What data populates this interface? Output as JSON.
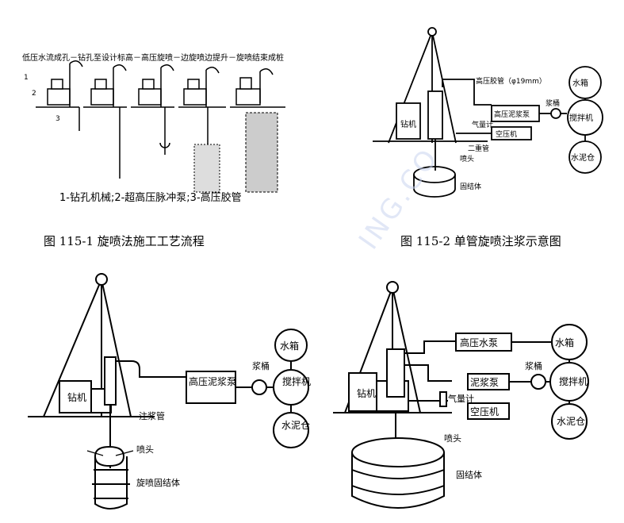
{
  "fig1": {
    "steps_header": "低压水流成孔－钻孔至设计标高－高压旋喷－边旋喷边提升－旋喷结束成桩",
    "legend": "1-钻孔机械;2-超高压脉冲泵;3-高压胶管",
    "markers": [
      "1",
      "2",
      "3"
    ],
    "caption": "图 115-1 旋喷法施工工艺流程"
  },
  "fig2": {
    "labels": {
      "high_pressure_hose": "高压胶管（φ19mm）",
      "water_tank": "水箱",
      "mixing_tank_label": "浆桶",
      "mixer": "搅拌机",
      "cement_silo": "水泥仓",
      "high_pressure_grout_pump": "高压泥浆泵",
      "air_gauge": "气量计",
      "air_compressor": "空压机",
      "double_tube": "二重管",
      "drill": "钻机",
      "nozzle": "喷头",
      "solidified_body": "固结体"
    },
    "caption": "图 115-2  单管旋喷注浆示意图"
  },
  "fig3": {
    "labels": {
      "water_tank": "水箱",
      "grout_pump": "高压泥浆泵",
      "mixing_tank_label": "浆桶",
      "mixer": "搅拌机",
      "cement_silo": "水泥仓",
      "drill": "钻机",
      "grout_pipe": "注浆管",
      "nozzle": "喷头",
      "solidified_body": "旋喷固结体"
    }
  },
  "fig4": {
    "labels": {
      "hp_water_pump": "高压水泵",
      "water_tank": "水箱",
      "mud_pump": "泥浆泵",
      "mixing_tank_label": "浆桶",
      "mixer": "搅拌机",
      "air_gauge": "气量计",
      "cement_silo": "水泥仓",
      "air_compressor": "空压机",
      "drill": "钻机",
      "nozzle": "喷头",
      "solidified_body": "固结体"
    }
  },
  "watermark": "ING.CO"
}
